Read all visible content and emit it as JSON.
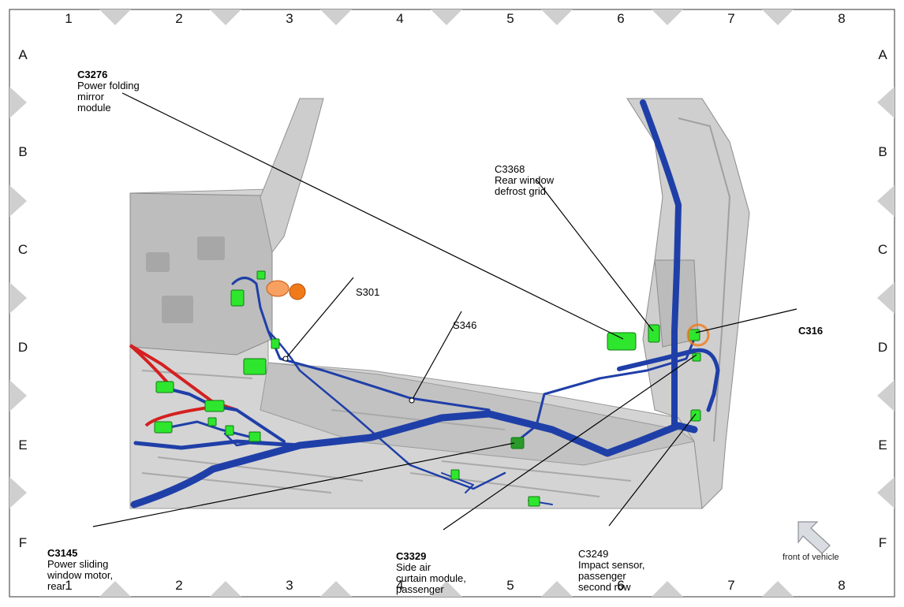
{
  "grid": {
    "columns": [
      "1",
      "2",
      "3",
      "4",
      "5",
      "6",
      "7",
      "8"
    ],
    "rows": [
      "A",
      "B",
      "C",
      "D",
      "E",
      "F"
    ]
  },
  "callouts": {
    "c3276": {
      "code": "C3276",
      "desc": "Power folding\nmirror\nmodule"
    },
    "c3368": {
      "code": "C3368",
      "desc": "Rear window\ndefrost grid"
    },
    "s301": {
      "code": "S301"
    },
    "s346": {
      "code": "S346"
    },
    "c316": {
      "code": "C316"
    },
    "c3145": {
      "code": "C3145",
      "desc": "Power sliding\nwindow motor,\nrear"
    },
    "c3329": {
      "code": "C3329",
      "desc": "Side air\ncurtain module,\npassenger"
    },
    "c3249": {
      "code": "C3249",
      "desc": "Impact sensor,\npassenger\nsecond row"
    }
  },
  "front_indicator": {
    "label": "front of vehicle",
    "icon": "arrow-up-left-icon"
  },
  "colors": {
    "harness_blue": "#1f3fa8",
    "connector_green": "#2ee62e",
    "harness_red": "#d42020",
    "connector_orange": "#f07a1a",
    "body_grey": "#c9c9c9"
  }
}
